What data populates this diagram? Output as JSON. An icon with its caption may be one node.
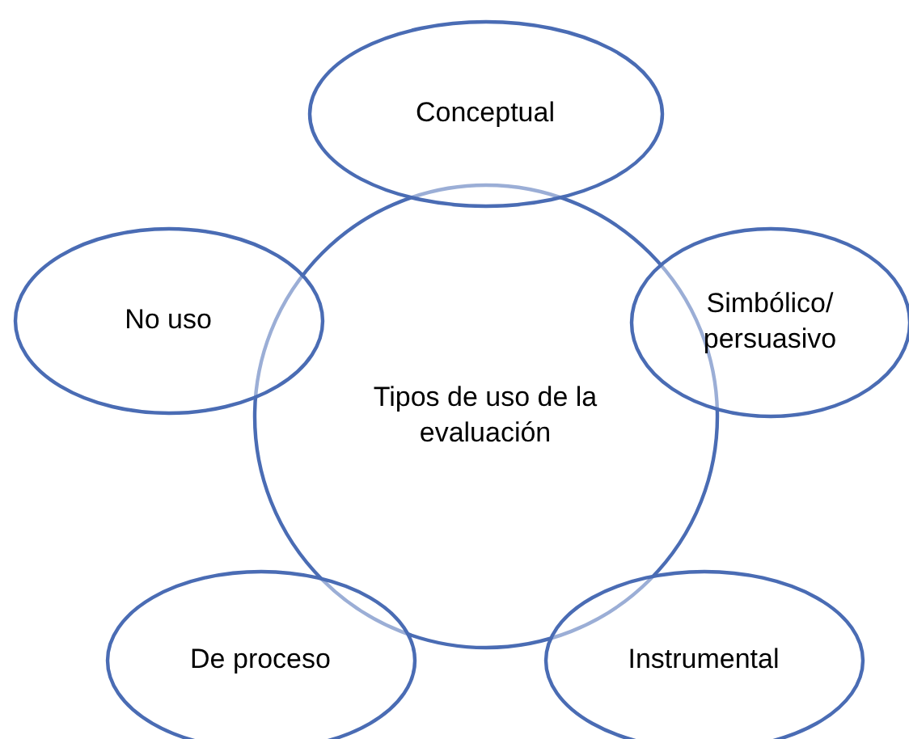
{
  "diagram": {
    "nodes": [
      {
        "text": [
          "Tipos de uso de la evaluación"
        ]
      },
      {
        "text": [
          "Conceptual"
        ]
      },
      {
        "text": [
          "Simbólico/ persuasivo"
        ]
      },
      {
        "text": [
          "Instrumental"
        ]
      },
      {
        "text": [
          "De proceso"
        ]
      },
      {
        "text": [
          "No uso"
        ]
      }
    ]
  }
}
